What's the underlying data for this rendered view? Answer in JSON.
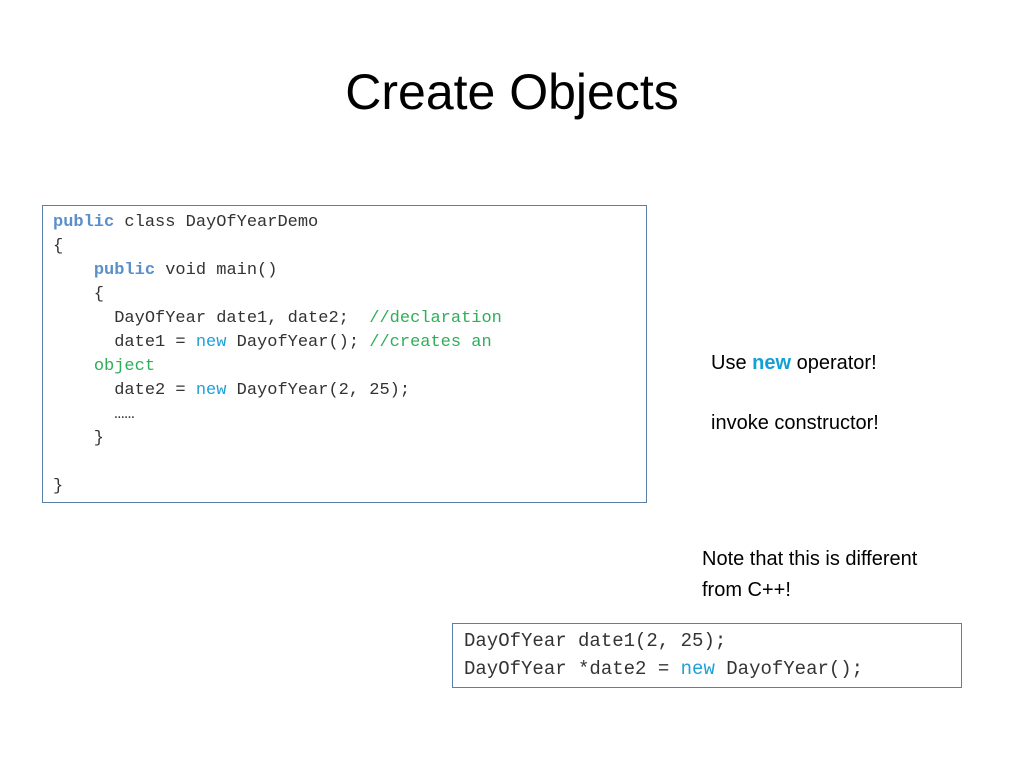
{
  "slide": {
    "title": "Create Objects"
  },
  "code_block_main": {
    "line1": {
      "kw": "public",
      "rest": " class DayOfYearDemo"
    },
    "line2": "{",
    "line3": {
      "indent": "    ",
      "kw": "public",
      "rest": " void main()"
    },
    "line4": "    {",
    "line5": {
      "code": "      DayOfYear date1, date2;  ",
      "comment": "//declaration"
    },
    "line6": {
      "pre": "      date1 = ",
      "kw": "new",
      "mid": " DayofYear(); ",
      "comment": "//creates an"
    },
    "line7": {
      "indent": "    ",
      "comment": "object"
    },
    "line8": {
      "pre": "      date2 = ",
      "kw": "new",
      "rest": " DayofYear(2, 25);"
    },
    "line9": "      ……",
    "line10": "    }",
    "line11": "",
    "line12": "}"
  },
  "note_new": {
    "prefix": "Use ",
    "keyword": "new",
    "suffix": " operator!",
    "line2": "invoke constructor!"
  },
  "note_cpp": {
    "line1": "Note that this is different",
    "line2": "from C++!"
  },
  "code_block_cpp": {
    "line1": "DayOfYear date1(2, 25);",
    "line2": {
      "pre": "DayOfYear *date2 = ",
      "kw": "new",
      "rest": " DayofYear();"
    }
  },
  "colors": {
    "keyword_bold": "#5b8fc9",
    "keyword_new": "#1ea0d8",
    "comment": "#2fae5a",
    "border": "#5a7fa8"
  }
}
